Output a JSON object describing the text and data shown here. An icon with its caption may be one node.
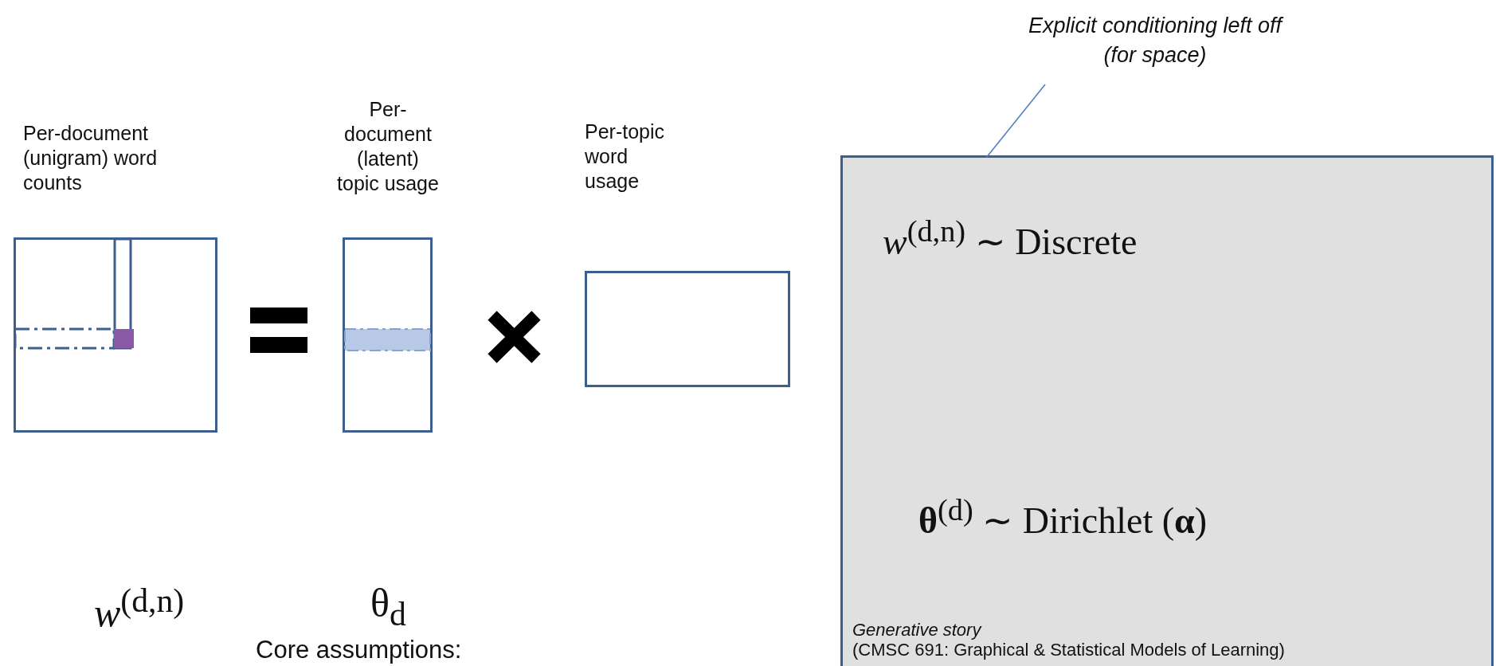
{
  "diagram": {
    "nodes": [
      {
        "text": [
          "Per-document (unigram) word counts"
        ],
        "beside": [
          "*w*$^{(d,n)}$"
        ]
      },
      {
        "text": [
          "Per-document (latent) topic usage"
        ]
      },
      {
        "text": [
          "Per-topic word usage"
        ]
      },
      {
        "text": [
          "*w*$^{(d,n)}$ ∼ Discrete",
          "**θ**$^{(d)}$ ∼ Dirichlet (**α**)",
          "Generative story",
          "(CMSC 691: Graphical & Statistical Models of Learning)"
        ]
      },
      {
        "text": [
          "Explicit conditioning left off (for space)"
        ]
      }
    ],
    "edges": [
      {
        "from": 4,
        "to": 3,
        "arrow": "none"
      }
    ],
    "labels": [
      "θ$_{d}$",
      "Core assumptions:"
    ]
  }
}
